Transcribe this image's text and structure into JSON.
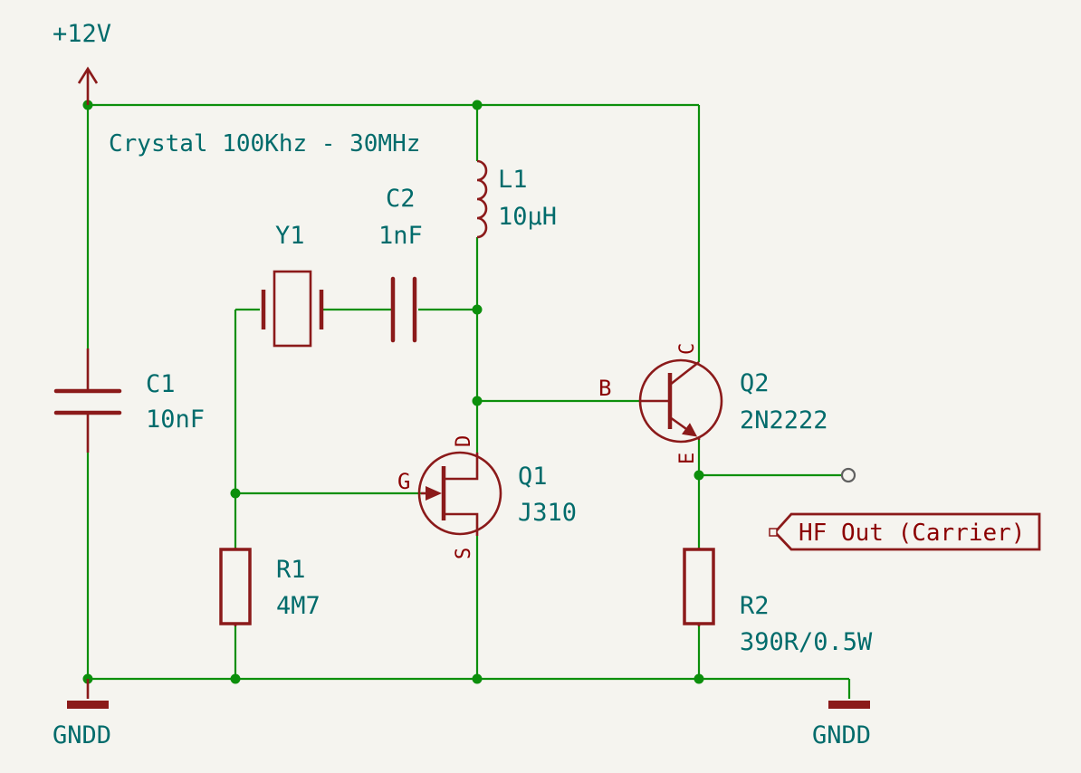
{
  "power": {
    "vcc_label": "+12V",
    "gnd_left_label": "GNDD",
    "gnd_right_label": "GNDD"
  },
  "note": "Crystal 100Khz - 30MHz",
  "components": {
    "c1": {
      "ref": "C1",
      "value": "10nF"
    },
    "c2": {
      "ref": "C2",
      "value": "1nF"
    },
    "y1": {
      "ref": "Y1"
    },
    "l1": {
      "ref": "L1",
      "value": "10µH"
    },
    "r1": {
      "ref": "R1",
      "value": "4M7"
    },
    "r2": {
      "ref": "R2",
      "value": "390R/0.5W"
    },
    "q1": {
      "ref": "Q1",
      "value": "J310",
      "pin_g": "G",
      "pin_d": "D",
      "pin_s": "S"
    },
    "q2": {
      "ref": "Q2",
      "value": "2N2222",
      "pin_b": "B",
      "pin_c": "C",
      "pin_e": "E"
    }
  },
  "output_label": "HF Out (Carrier)",
  "colors": {
    "wire": "#0c8f0c",
    "symbol": "#8b1a1a",
    "text": "#006b6b",
    "background": "#f5f4ef"
  }
}
